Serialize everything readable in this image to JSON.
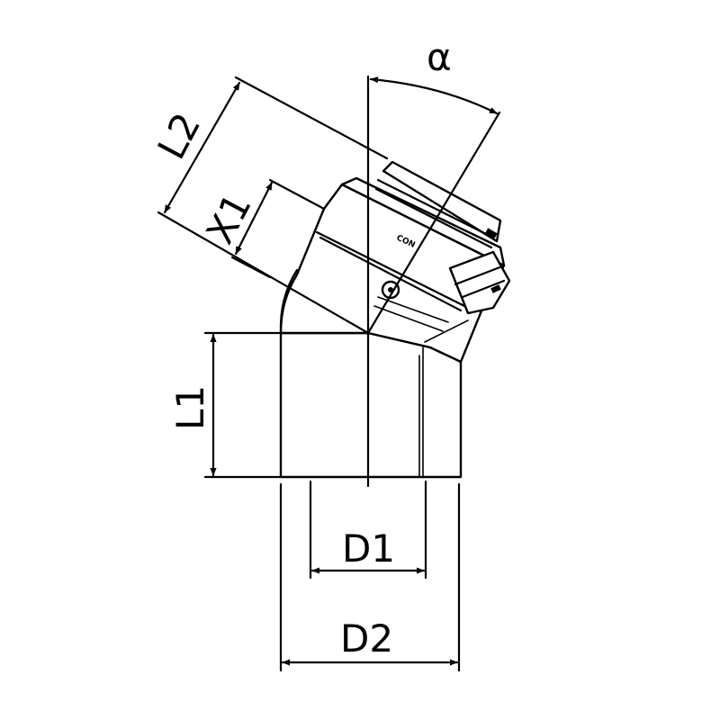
{
  "drawing": {
    "labels": {
      "alpha": "α",
      "l2": "L2",
      "x1": "X1",
      "l1": "L1",
      "d1": "D1",
      "d2": "D2"
    },
    "brand_fragment": "CON"
  }
}
